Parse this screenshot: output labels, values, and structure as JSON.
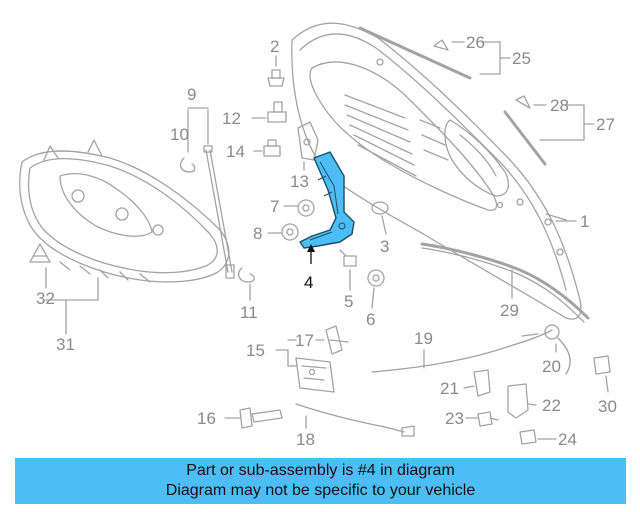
{
  "colors": {
    "line": "#a3a3a3",
    "label": "#8a8a8a",
    "highlight": "#4dbdf5",
    "highlight_stroke": "#1c4f66",
    "banner_bg": "#4dbdf5"
  },
  "callouts": {
    "c1": "1",
    "c2": "2",
    "c3": "3",
    "c4": "4",
    "c5": "5",
    "c6": "6",
    "c7": "7",
    "c8": "8",
    "c9": "9",
    "c10": "10",
    "c11": "11",
    "c12": "12",
    "c13": "13",
    "c14": "14",
    "c15": "15",
    "c16": "16",
    "c17": "17",
    "c18": "18",
    "c19": "19",
    "c20": "20",
    "c21": "21",
    "c22": "22",
    "c23": "23",
    "c24": "24",
    "c25": "25",
    "c26": "26",
    "c27": "27",
    "c28": "28",
    "c29": "29",
    "c30": "30",
    "c31": "31",
    "c32": "32"
  },
  "highlighted_part": "4",
  "banner": {
    "line1": "Part or sub-assembly is #4 in diagram",
    "line2": "Diagram may not be specific to your vehicle"
  }
}
